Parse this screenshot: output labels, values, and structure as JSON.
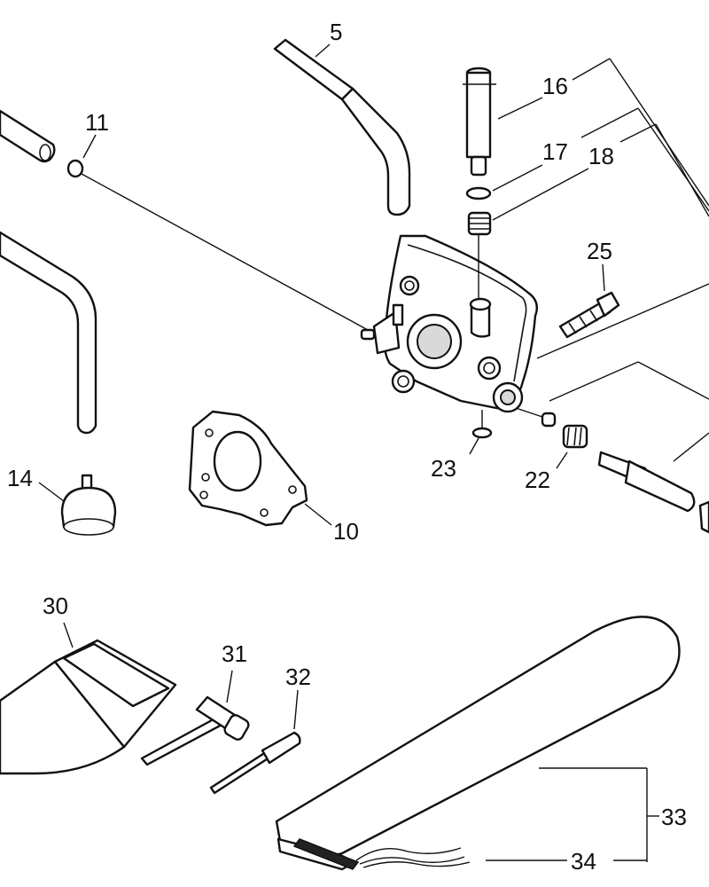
{
  "callouts": {
    "c5": "5",
    "c11": "11",
    "c16": "16",
    "c17": "17",
    "c18": "18",
    "c25": "25",
    "c14": "14",
    "c10": "10",
    "c23": "23",
    "c22": "22",
    "c30": "30",
    "c31": "31",
    "c32": "32",
    "c33": "33",
    "c34": "34"
  }
}
